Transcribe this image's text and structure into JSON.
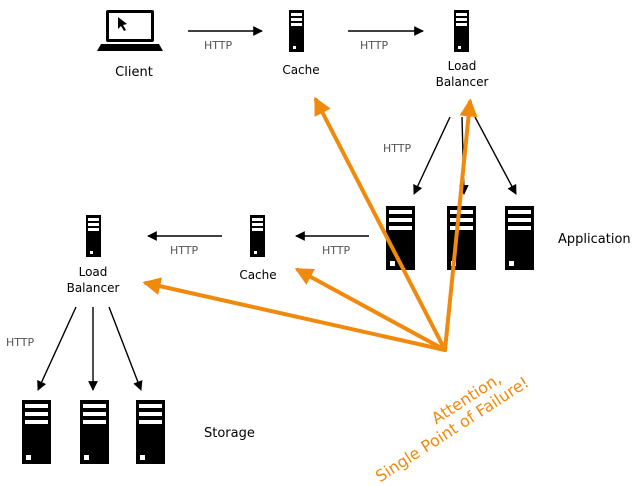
{
  "nodes": {
    "client": "Client",
    "cache_top": "Cache",
    "lb_top_line1": "Load",
    "lb_top_line2": "Balancer",
    "cache_mid": "Cache",
    "lb_left_line1": "Load",
    "lb_left_line2": "Balancer"
  },
  "groups": {
    "application": "Application",
    "storage": "Storage"
  },
  "edges": {
    "http": "HTTP"
  },
  "warning": {
    "line1": "Attention,",
    "line2": "Single Point of Failure!"
  },
  "colors": {
    "warning": "#f08a0c",
    "arrow": "#000000",
    "server": "#000000"
  }
}
